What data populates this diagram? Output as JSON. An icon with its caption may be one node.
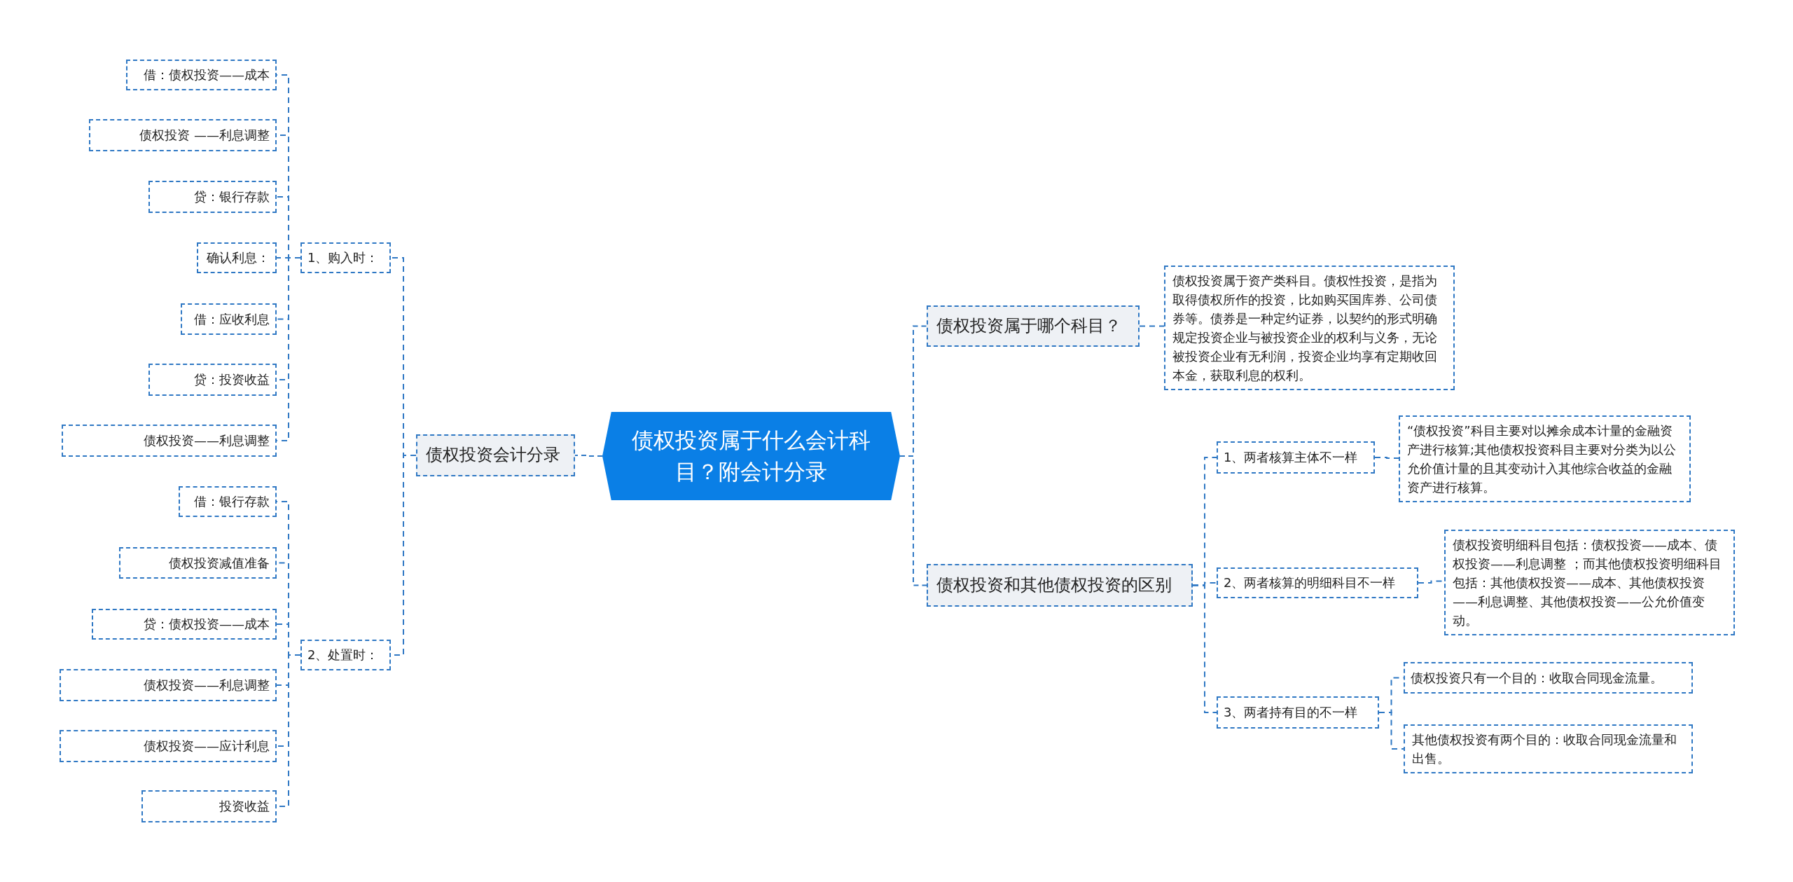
{
  "diagram": {
    "nodes": [
      {
        "text": [
          "债权投资属于什么会计科目？附会计分录"
        ]
      },
      {
        "text": [
          "债权投资会计分录"
        ]
      },
      {
        "text": [
          "1、购入时："
        ]
      },
      {
        "text": [
          "借：债权投资——成本"
        ]
      },
      {
        "text": [
          "债权投资 ——利息调整"
        ]
      },
      {
        "text": [
          "贷：银行存款"
        ]
      },
      {
        "text": [
          "确认利息："
        ]
      },
      {
        "text": [
          "借：应收利息"
        ]
      },
      {
        "text": [
          "贷：投资收益"
        ]
      },
      {
        "text": [
          "债权投资——利息调整"
        ]
      },
      {
        "text": [
          "2、处置时："
        ]
      },
      {
        "text": [
          "借：银行存款"
        ]
      },
      {
        "text": [
          "债权投资减值准备"
        ]
      },
      {
        "text": [
          "贷：债权投资——成本"
        ]
      },
      {
        "text": [
          "债权投资——利息调整"
        ]
      },
      {
        "text": [
          "债权投资——应计利息"
        ]
      },
      {
        "text": [
          "投资收益"
        ]
      },
      {
        "text": [
          "债权投资属于哪个科目？"
        ]
      },
      {
        "text": [
          "债权投资属于资产类科目。债权性投资，是指为取得债权所作的投资，比如购买国库券、公司债券等。债券是一种定约证券，以契约的形式明确规定投资企业与被投资企业的权利与义务，无论被投资企业有无利润，投资企业均享有定期收回本金，获取利息的权利。"
        ]
      },
      {
        "text": [
          "债权投资和其他债权投资的区别"
        ]
      },
      {
        "text": [
          "1、两者核算主体不一样"
        ]
      },
      {
        "text": [
          "“债权投资”科目主要对以摊余成本计量的金融资产进行核算;其他债权投资科目主要对分类为以公允价值计量的且其变动计入其他综合收益的金融资产进行核算。"
        ]
      },
      {
        "text": [
          "2、两者核算的明细科目不一样"
        ]
      },
      {
        "text": [
          "债权投资明细科目包括：债权投资——成本、债权投资——利息调整 ；而其他债权投资明细科目包括：其他债权投资——成本、其他债权投资——利息调整、其他债权投资——公允价值变动。"
        ]
      },
      {
        "text": [
          "3、两者持有目的不一样"
        ]
      },
      {
        "text": [
          "债权投资只有一个目的：收取合同现金流量。"
        ]
      },
      {
        "text": [
          "其他债权投资有两个目的：收取合同现金流量和出售。"
        ]
      }
    ],
    "edges": [
      {
        "from": 0,
        "to": 1,
        "arrow": "none"
      },
      {
        "from": 1,
        "to": 2,
        "arrow": "none",
        "style": "dashed"
      },
      {
        "from": 2,
        "to": 3,
        "arrow": "none",
        "style": "dashed"
      },
      {
        "from": 2,
        "to": 4,
        "arrow": "none",
        "style": "dashed"
      },
      {
        "from": 2,
        "to": 5,
        "arrow": "none",
        "style": "dashed"
      },
      {
        "from": 2,
        "to": 6,
        "arrow": "none",
        "style": "dashed"
      },
      {
        "from": 2,
        "to": 7,
        "arrow": "none",
        "style": "dashed"
      },
      {
        "from": 2,
        "to": 8,
        "arrow": "none",
        "style": "dashed"
      },
      {
        "from": 2,
        "to": 9,
        "arrow": "none",
        "style": "dashed"
      },
      {
        "from": 1,
        "to": 10,
        "arrow": "none",
        "style": "dashed"
      },
      {
        "from": 10,
        "to": 11,
        "arrow": "none",
        "style": "dashed"
      },
      {
        "from": 10,
        "to": 12,
        "arrow": "none",
        "style": "dashed"
      },
      {
        "from": 10,
        "to": 13,
        "arrow": "none",
        "style": "dashed"
      },
      {
        "from": 10,
        "to": 14,
        "arrow": "none",
        "style": "dashed"
      },
      {
        "from": 10,
        "to": 15,
        "arrow": "none",
        "style": "dashed"
      },
      {
        "from": 10,
        "to": 16,
        "arrow": "none",
        "style": "dashed"
      },
      {
        "from": 0,
        "to": 17,
        "arrow": "none"
      },
      {
        "from": 17,
        "to": 18,
        "arrow": "none",
        "style": "dashed"
      },
      {
        "from": 0,
        "to": 19,
        "arrow": "none"
      },
      {
        "from": 19,
        "to": 20,
        "arrow": "none",
        "style": "dashed"
      },
      {
        "from": 20,
        "to": 21,
        "arrow": "none",
        "style": "dashed"
      },
      {
        "from": 19,
        "to": 22,
        "arrow": "none",
        "style": "dashed"
      },
      {
        "from": 22,
        "to": 23,
        "arrow": "none",
        "style": "dashed"
      },
      {
        "from": 19,
        "to": 24,
        "arrow": "none",
        "style": "dashed"
      },
      {
        "from": 24,
        "to": 25,
        "arrow": "none",
        "style": "dashed"
      },
      {
        "from": 24,
        "to": 26,
        "arrow": "none",
        "style": "dashed"
      }
    ]
  }
}
